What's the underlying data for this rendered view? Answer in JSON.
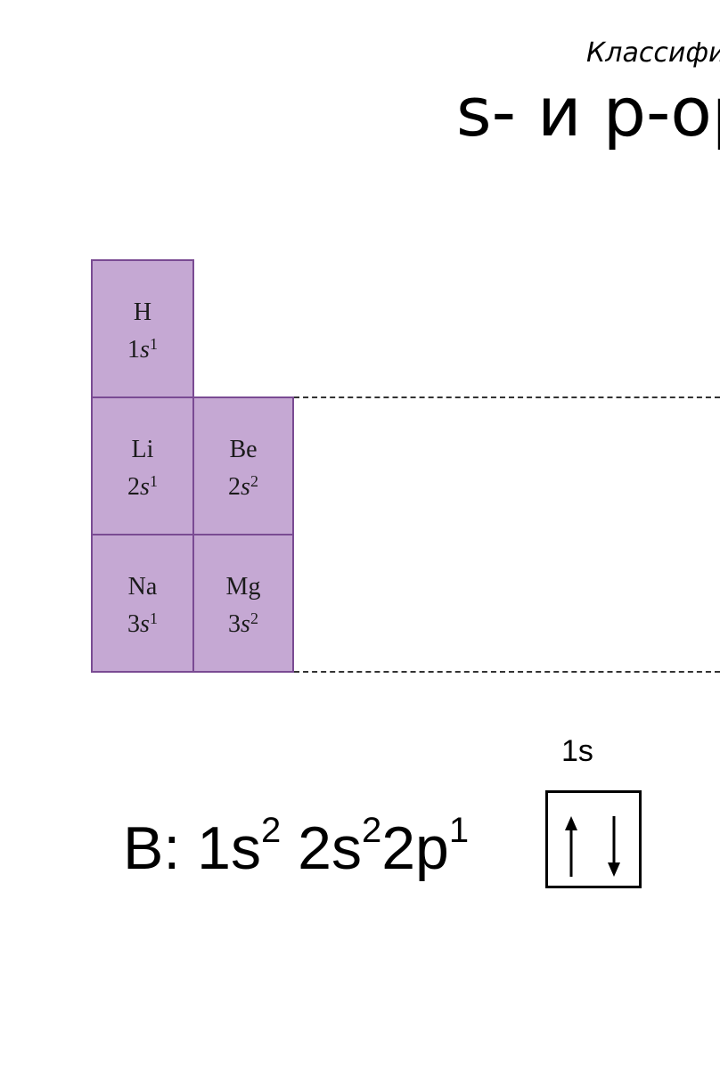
{
  "slide": {
    "subtitle": "Классифи",
    "title": "s- и p-ор"
  },
  "elements": [
    {
      "symbol": "H",
      "n": "1",
      "l": "s",
      "e": "1"
    },
    {
      "symbol": "Li",
      "n": "2",
      "l": "s",
      "e": "1"
    },
    {
      "symbol": "Be",
      "n": "2",
      "l": "s",
      "e": "2"
    },
    {
      "symbol": "Na",
      "n": "3",
      "l": "s",
      "e": "1"
    },
    {
      "symbol": "Mg",
      "n": "3",
      "l": "s",
      "e": "2"
    }
  ],
  "config": {
    "element": "B",
    "separator": ":",
    "terms": [
      {
        "base": "1s",
        "exp": "2"
      },
      {
        "base": "2s",
        "exp": "2"
      },
      {
        "base": "2p",
        "exp": "1"
      }
    ]
  },
  "orbital": {
    "label": "1s",
    "spins": [
      "up",
      "down"
    ]
  }
}
